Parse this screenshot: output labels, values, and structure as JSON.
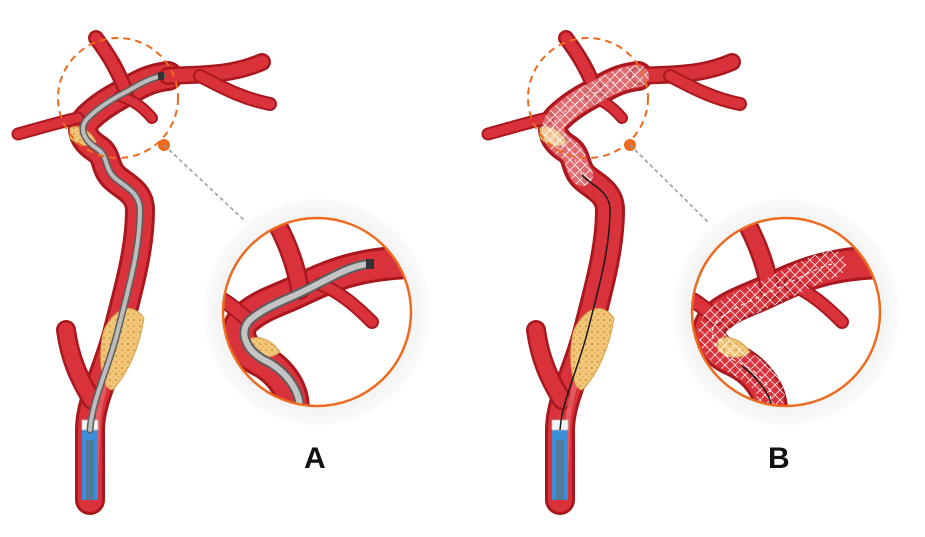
{
  "panels": [
    {
      "id": "A",
      "label": "A",
      "device": "catheter"
    },
    {
      "id": "B",
      "label": "B",
      "device": "stent"
    }
  ],
  "colors": {
    "artery": "#d9323a",
    "artery_dark": "#a9181f",
    "artery_light": "#f06a6f",
    "plaque": "#f3c77a",
    "callout": "#ec6b1f",
    "leader": "#9a9a9a",
    "catheter": "#8c8c8c",
    "sheath": "#3a8fd8"
  }
}
